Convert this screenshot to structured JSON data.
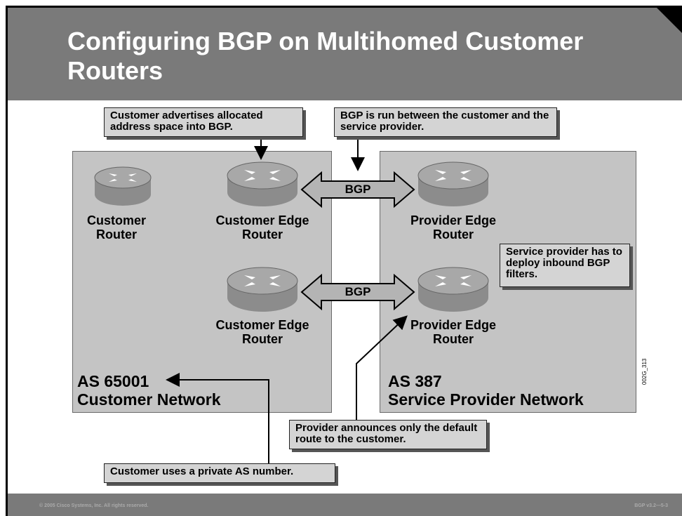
{
  "slide": {
    "title": "Configuring BGP on Multihomed Customer Routers",
    "copyright": "© 2005 Cisco Systems, Inc. All rights reserved.",
    "course_ref": "BGP v3.2—5-3",
    "figure_code": "002G_313"
  },
  "callouts": {
    "advertise": "Customer advertises allocated address space into BGP.",
    "bgp_run": "BGP is run between the customer and the service provider.",
    "filters": "Service provider has to deploy inbound BGP filters.",
    "default_route": "Provider announces only the default route to the customer.",
    "private_as": "Customer uses a private AS number."
  },
  "customer_network": {
    "as_number": "AS 65001",
    "name": "Customer Network",
    "routers": {
      "customer": "Customer Router",
      "edge1": "Customer Edge Router",
      "edge2": "Customer Edge Router"
    }
  },
  "provider_network": {
    "as_number": "AS 387",
    "name": "Service Provider Network",
    "routers": {
      "edge1": "Provider Edge Router",
      "edge2": "Provider Edge Router"
    }
  },
  "links": {
    "top": "BGP",
    "bottom": "BGP"
  },
  "colors": {
    "header": "#7a7a7a",
    "panel": "#c4c4c4",
    "callout": "#d4d4d4",
    "router_body": "#8c8c8c"
  },
  "icons": [
    "router-icon",
    "double-arrow-icon"
  ]
}
